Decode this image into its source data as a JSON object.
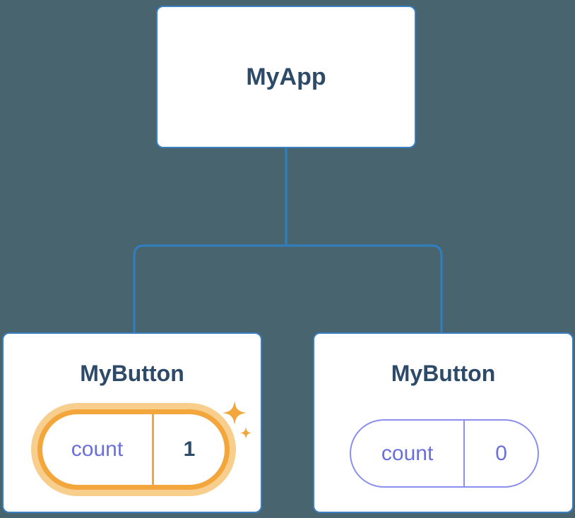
{
  "diagram": {
    "root": {
      "label": "MyApp"
    },
    "children": [
      {
        "label": "MyButton",
        "state": {
          "key": "count",
          "value": "1"
        },
        "highlighted": true
      },
      {
        "label": "MyButton",
        "state": {
          "key": "count",
          "value": "0"
        },
        "highlighted": false
      }
    ]
  },
  "icons": {
    "sparkle": "sparkle-icon"
  },
  "colors": {
    "background": "#47646F",
    "node_fill": "#FFFFFF",
    "node_border": "#3A7FC1",
    "connector": "#2F7FC1",
    "label_text": "#2D4A69",
    "state_text": "#6A6FDB",
    "state_border": "#8A8FF0",
    "highlight": "#F2A63B",
    "highlight_glow": "#F8CE8C",
    "value_text": "#2D4A69"
  }
}
